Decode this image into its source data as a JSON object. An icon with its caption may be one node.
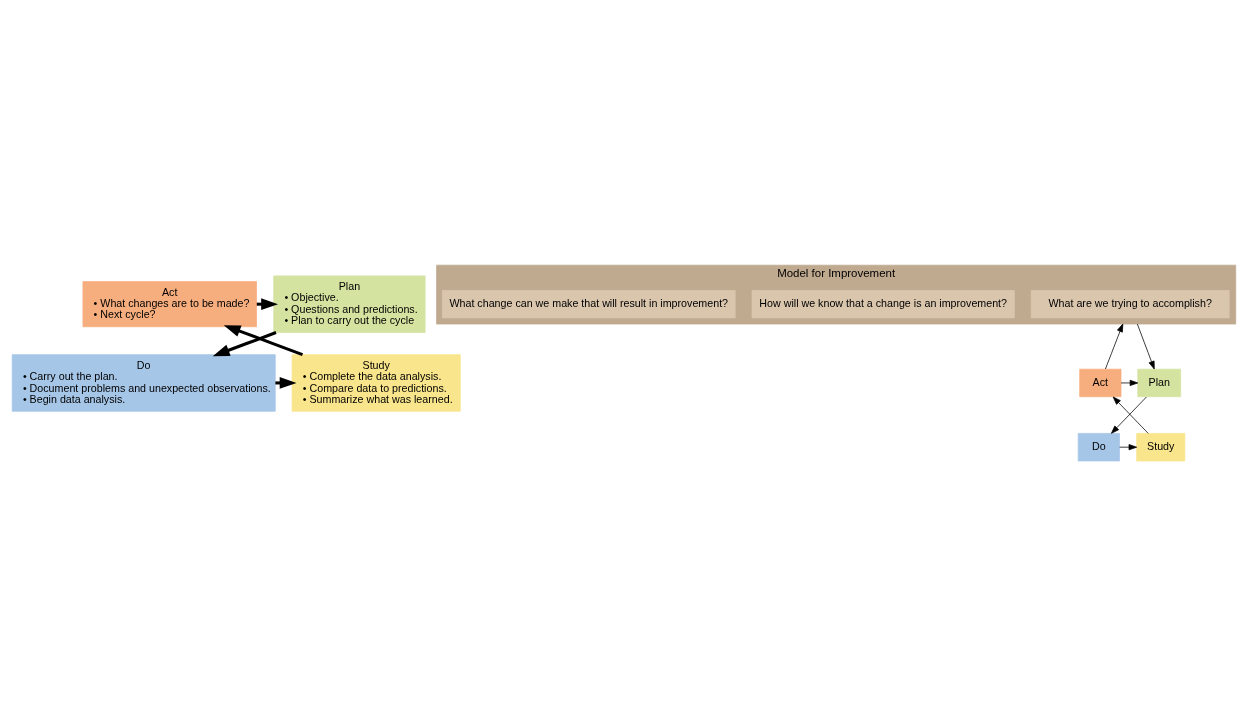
{
  "diagram": {
    "nodes": [
      {
        "text": [
          "Act",
          "• What changes are to be made?",
          "• Next cycle?"
        ]
      },
      {
        "text": [
          "Plan",
          "• Objective.",
          "• Questions and predictions.",
          "• Plan to carry out the cycle"
        ]
      },
      {
        "text": [
          "Do",
          "• Carry out the plan.",
          "• Document problems and unexpected observations.",
          "• Begin data analysis."
        ]
      },
      {
        "text": [
          "Study",
          "• Complete the data analysis.",
          "• Compare data to predictions.",
          "• Summarize what was learned."
        ]
      },
      {
        "text": [
          "Model for Improvement"
        ]
      },
      {
        "text": [
          "What are we trying to accomplish?"
        ],
        "in": 4
      },
      {
        "text": [
          "How will we know that a change is an improvement?"
        ],
        "in": 4
      },
      {
        "text": [
          "What change can we make that will result in improvement?"
        ],
        "in": 4
      },
      {
        "text": [
          "Act"
        ]
      },
      {
        "text": [
          "Plan"
        ]
      },
      {
        "text": [
          "Do"
        ]
      },
      {
        "text": [
          "Study"
        ]
      }
    ],
    "edges": [
      {
        "from": 0,
        "to": 1,
        "arrow": "to",
        "style": "thick"
      },
      {
        "from": 1,
        "to": 2,
        "arrow": "to",
        "style": "thick"
      },
      {
        "from": 2,
        "to": 3,
        "arrow": "to",
        "style": "thick"
      },
      {
        "from": 3,
        "to": 0,
        "arrow": "to",
        "style": "thick"
      },
      {
        "from": 8,
        "to": 9,
        "arrow": "to"
      },
      {
        "from": 9,
        "to": 10,
        "arrow": "to"
      },
      {
        "from": 10,
        "to": 11,
        "arrow": "to"
      },
      {
        "from": 11,
        "to": 8,
        "arrow": "to"
      },
      {
        "from": 8,
        "to": 4,
        "arrow": "to"
      },
      {
        "from": 4,
        "to": 9,
        "arrow": "to"
      }
    ]
  }
}
